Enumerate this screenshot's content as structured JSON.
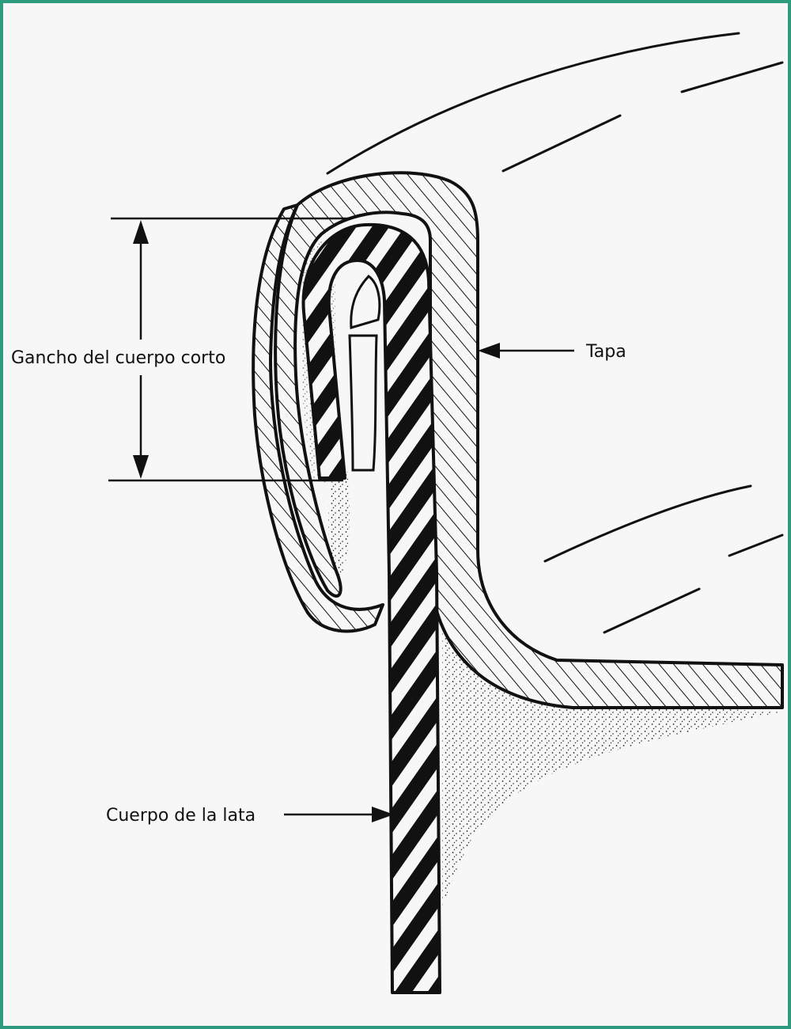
{
  "labels": {
    "short_body_hook": "Gancho del cuerpo corto",
    "lid": "Tapa",
    "can_body": "Cuerpo de la lata"
  },
  "colors": {
    "border": "#2e9b7e",
    "ink": "#111111",
    "paper": "#f6f7f6"
  }
}
